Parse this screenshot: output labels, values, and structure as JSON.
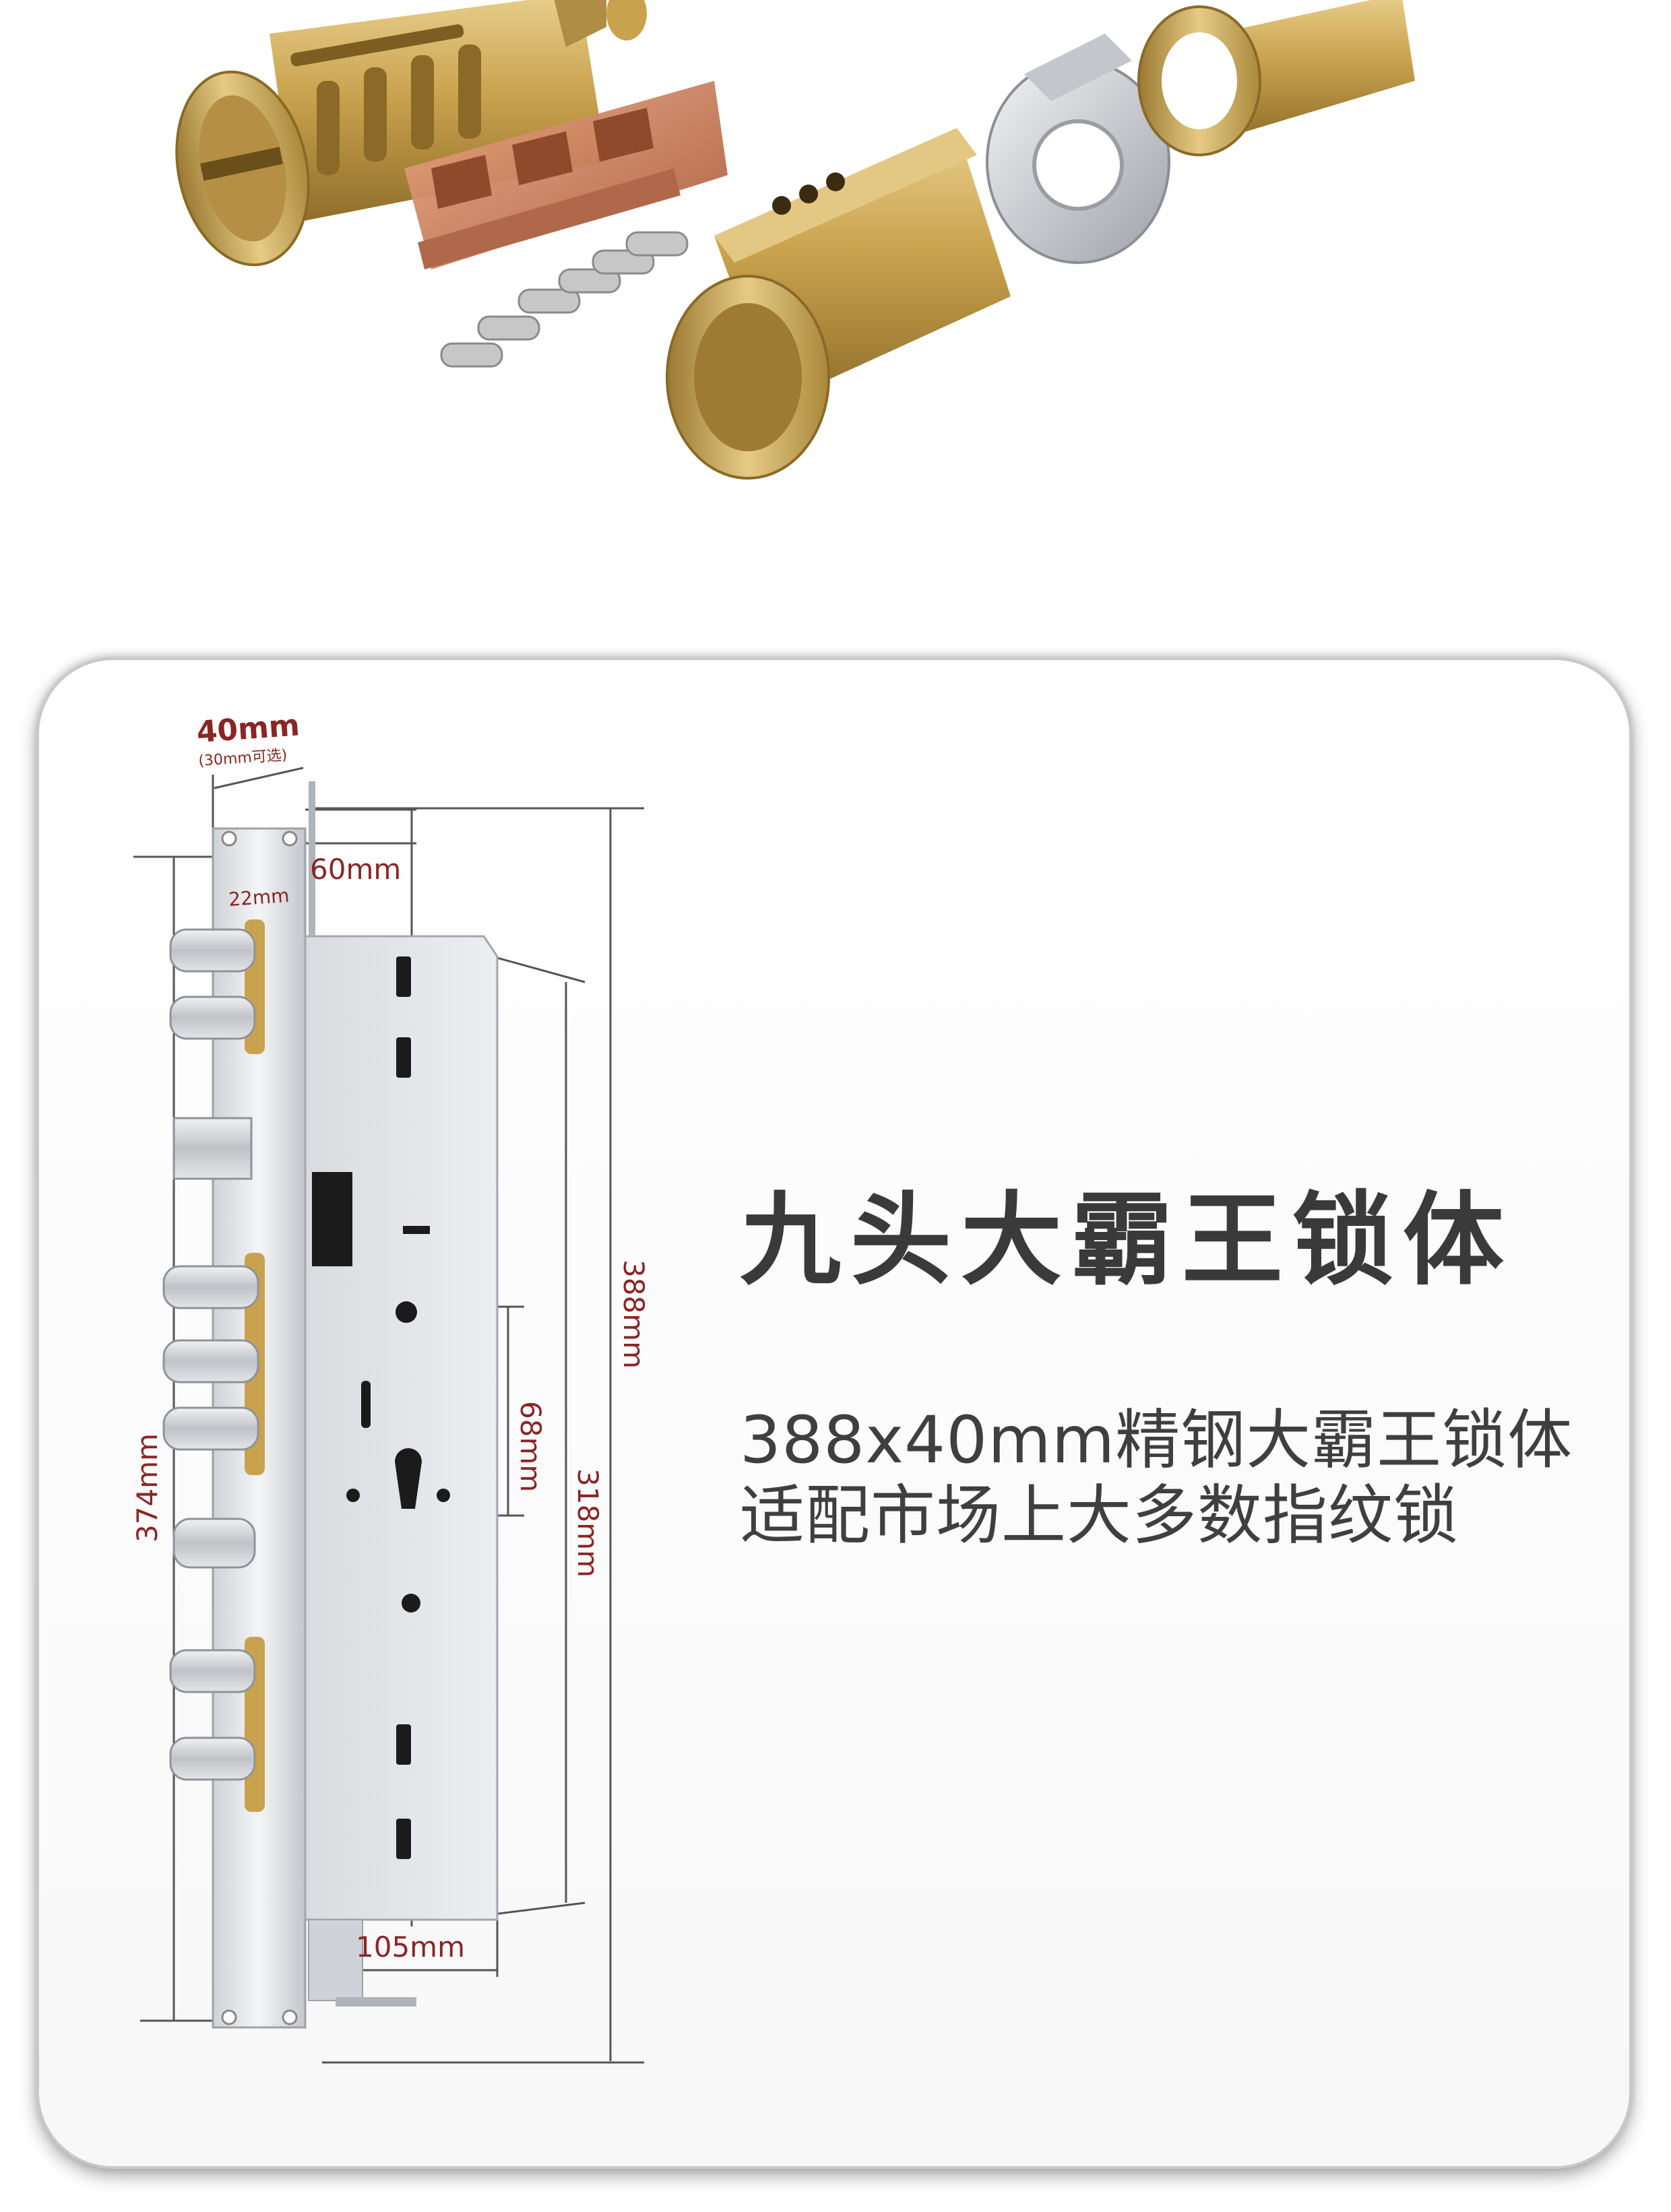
{
  "product": {
    "title": "九头大霸王锁体",
    "description_lines": [
      "388x40mm精钢大霸王锁体",
      "适配市场上大多数指纹锁"
    ]
  },
  "dimensions": {
    "faceplate_width": "40mm",
    "faceplate_width_note": "(30mm可选)",
    "backset": "60mm",
    "inner_offset": "22mm",
    "faceplate_length": "388mm",
    "body_height": "318mm",
    "center_distance": "68mm",
    "mounting_span": "374mm",
    "body_width": "105mm"
  },
  "colors": {
    "brass": "#c9a24e",
    "copper": "#c9805c",
    "steel": "#dcdee2",
    "dimension_text": "#8b2525",
    "heading_text": "#3a3a3a"
  }
}
